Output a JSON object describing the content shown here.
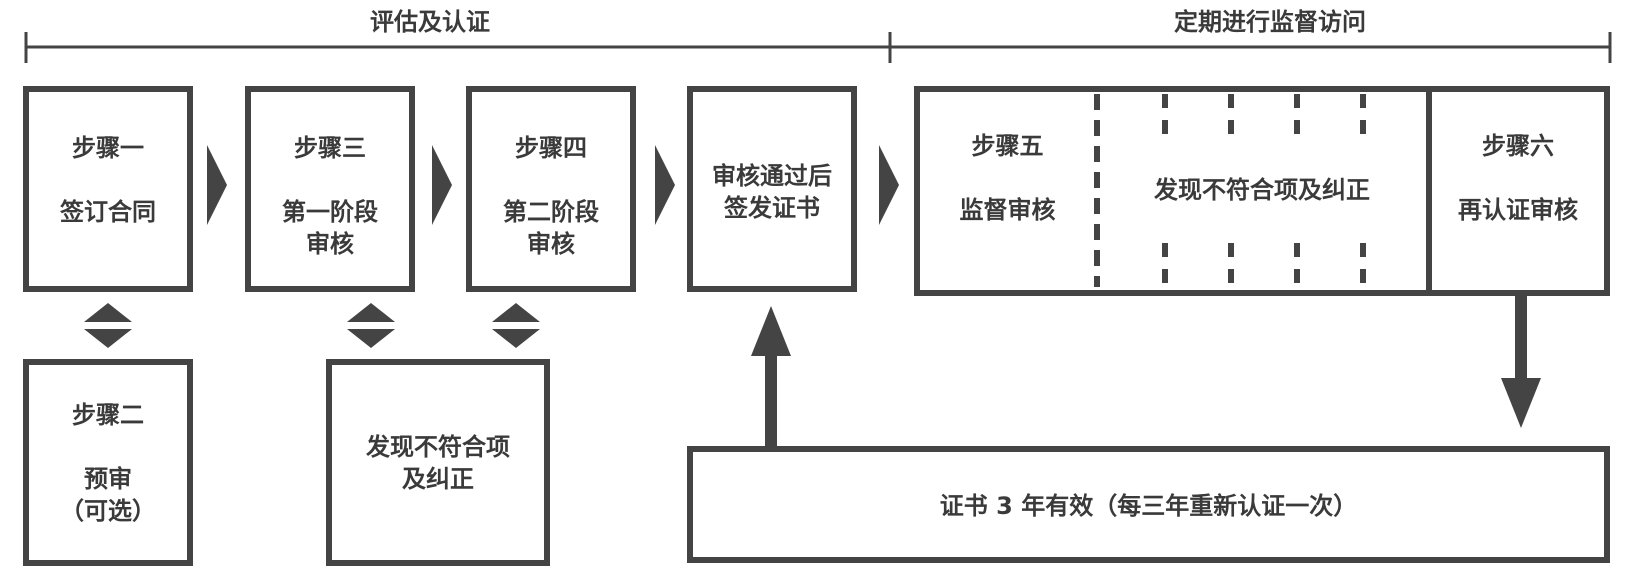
{
  "phases": {
    "assessment": "评估及认证",
    "surveillance": "定期进行监督访问"
  },
  "steps": {
    "step1": {
      "label": "步骤一",
      "title": "签订合同"
    },
    "step2": {
      "label": "步骤二",
      "title": "预审",
      "note": "（可选）"
    },
    "step3": {
      "label": "步骤三",
      "title_line1": "第一阶段",
      "title_line2": "审核"
    },
    "step4": {
      "label": "步骤四",
      "title_line1": "第二阶段",
      "title_line2": "审核"
    },
    "nonconformity": {
      "line1": "发现不符合项",
      "line2": "及纠正"
    },
    "issue": {
      "line1": "审核通过后",
      "line2": "签发证书"
    },
    "step5": {
      "label": "步骤五",
      "title": "监督审核"
    },
    "surveillance_nc": "发现不符合项及纠正",
    "step6": {
      "label": "步骤六",
      "title": "再认证审核"
    },
    "validity": "证书 3 年有效（每三年重新认证一次）"
  },
  "colors": {
    "stroke": "#444444",
    "text": "#3a3a3a",
    "background": "#ffffff"
  }
}
